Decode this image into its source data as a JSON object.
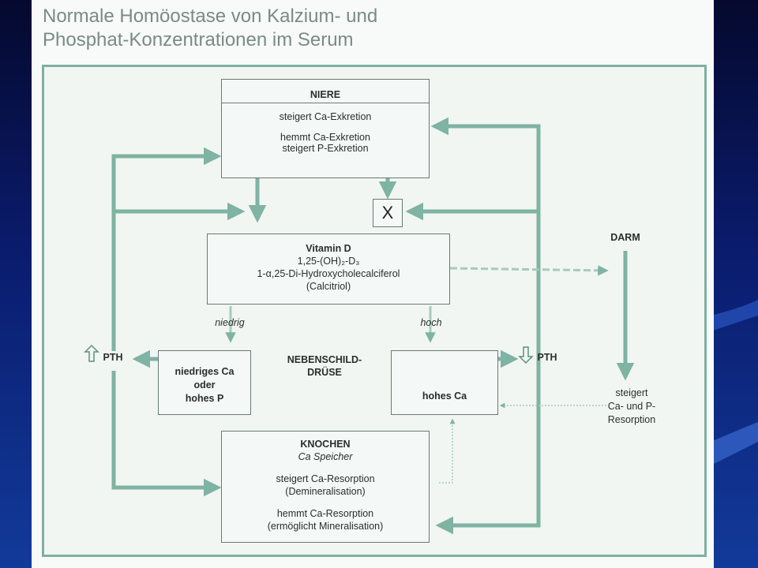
{
  "title": {
    "line1": "Normale Homöostase von Kalzium- und",
    "line2": "Phosphat-Konzentrationen im Serum"
  },
  "niere": {
    "header": "NIERE",
    "line1": "steigert Ca-Exkretion",
    "line2": "hemmt Ca-Exkretion",
    "line3": "steigert P-Exkretion"
  },
  "x_box": "X",
  "vitamin_d": {
    "header": "Vitamin D",
    "line1": "1,25-(OH)₂-D₃",
    "line2": "1-α,25-Di-Hydroxycholecalciferol",
    "line3": "(Calcitriol)"
  },
  "darm": {
    "header": "DARM",
    "line1": "steigert",
    "line2": "Ca- und P-",
    "line3": "Resorption"
  },
  "labels": {
    "niedrig": "niedrig",
    "hoch": "hoch",
    "pth_up": "PTH",
    "pth_down": "PTH",
    "nebenschild_1": "NEBENSCHILD-",
    "nebenschild_2": "DRÜSE"
  },
  "low_box": {
    "line1": "niedriges Ca",
    "line2": "oder",
    "line3": "hohes P"
  },
  "high_box": {
    "line1": "hohes Ca"
  },
  "knochen": {
    "header": "KNOCHEN",
    "sub": "Ca Speicher",
    "line1": "steigert Ca-Resorption",
    "line2": "(Demineralisation)",
    "line3": "hemmt Ca-Resorption",
    "line4": "(ermöglicht Mineralisation)"
  },
  "colors": {
    "arrow": "#7fb3a3",
    "frame": "#7fb0a2",
    "title": "#7b8a86"
  }
}
